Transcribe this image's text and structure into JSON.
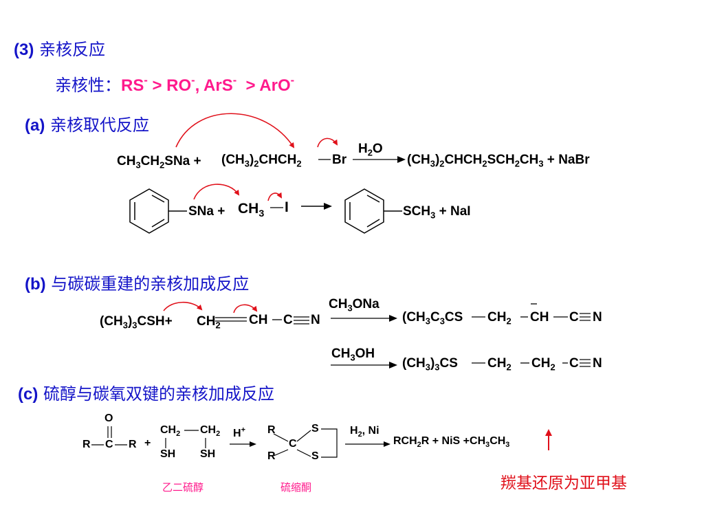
{
  "heading_3": {
    "num": "(3)",
    "text": "亲核反应"
  },
  "nucleophilicity": {
    "label": "亲核性：",
    "rs": "RS",
    "rs_charge": "-",
    "gt1": ">",
    "ro": "RO",
    "ro_charge": "-",
    "comma": ",",
    "ars": "ArS",
    "ars_charge": "-",
    "gt2": ">",
    "aro": "ArO",
    "aro_charge": "-"
  },
  "section_a": {
    "num": "(a)",
    "text": "亲核取代反应"
  },
  "section_b": {
    "num": "(b)",
    "text": "与碳碳重建的亲核加成反应"
  },
  "section_c": {
    "num": "(c)",
    "text": "硫醇与碳氧双键的亲核加成反应"
  },
  "rxn1": {
    "r1_a": "CH",
    "r1_b": "3",
    "r1_c": "CH",
    "r1_d": "2",
    "r1_e": "SNa",
    "plus": "+",
    "r2_a": "(CH",
    "r2_b": "3",
    "r2_c": ")",
    "r2_d": "2",
    "r2_e": "CHCH",
    "r2_f": "2",
    "br": "Br",
    "cond_a": "H",
    "cond_b": "2",
    "cond_c": "O",
    "p_a": "(CH",
    "p_b": "3",
    "p_c": ")",
    "p_d": "2",
    "p_e": "CHCH",
    "p_f": "2",
    "p_g": "SCH",
    "p_h": "2",
    "p_i": "CH",
    "p_j": "3",
    "p_plus": "+",
    "p2": "NaBr"
  },
  "rxn2": {
    "sna": "SNa",
    "plus": "+",
    "ch": "CH",
    "ch_sub": "3",
    "i": "I",
    "sch": "SCH",
    "sch_sub": "3",
    "plus2": "+",
    "nai": "NaI"
  },
  "rxn3": {
    "r_a": "(CH",
    "r_b": "3",
    "r_c": ")",
    "r_d": "3",
    "r_e": "CSH",
    "plus": "+",
    "ch2": "CH",
    "ch2_sub": "2",
    "ch": "CH",
    "c": "C",
    "n": "N",
    "cond_a": "CH",
    "cond_b": "3",
    "cond_c": "ONa",
    "p_a": "(CH",
    "p_b": "3",
    "p_c": "C",
    "p_d": "3",
    "p_e": "CS",
    "p_ch2": "CH",
    "p_ch2_sub": "2",
    "p_ch": "CH",
    "p_n": "N"
  },
  "rxn4": {
    "cond_a": "CH",
    "cond_b": "3",
    "cond_c": "OH",
    "p_a": "(CH",
    "p_b": "3",
    "p_c": ")",
    "p_d": "3",
    "p_e": "CS",
    "ch2a": "CH",
    "ch2a_sub": "2",
    "ch2b": "CH",
    "ch2b_sub": "2",
    "c": "C",
    "n": "N"
  },
  "rxn5": {
    "o": "O",
    "r_left": "R",
    "c": "C",
    "r_right": "R",
    "plus": "+",
    "ch2_1": "CH",
    "ch2_1_sub": "2",
    "ch2_2": "CH",
    "ch2_2_sub": "2",
    "sh1": "SH",
    "sh2": "SH",
    "cond_h": "H",
    "cond_h_sup": "+",
    "r_top": "R",
    "r_bot": "R",
    "c2": "C",
    "s_top": "S",
    "s_bot": "S",
    "cond2_a": "H",
    "cond2_b": "2",
    "cond2_c": ", Ni",
    "p_a": "RCH",
    "p_b": "2",
    "p_c": "R",
    "p_plus": "+",
    "p_nis": "NiS",
    "p_plus2": "+",
    "p_e": "CH",
    "p_f": "3",
    "p_g": "CH",
    "p_h": "3"
  },
  "labels": {
    "ethanedithiol": "乙二硫醇",
    "thioketal": "硫缩酮",
    "reduction": "羰基还原为亚甲基"
  },
  "colors": {
    "heading": "#1414c8",
    "highlight": "#ff1a8c",
    "arrow": "#e0101a",
    "text": "#000000"
  }
}
